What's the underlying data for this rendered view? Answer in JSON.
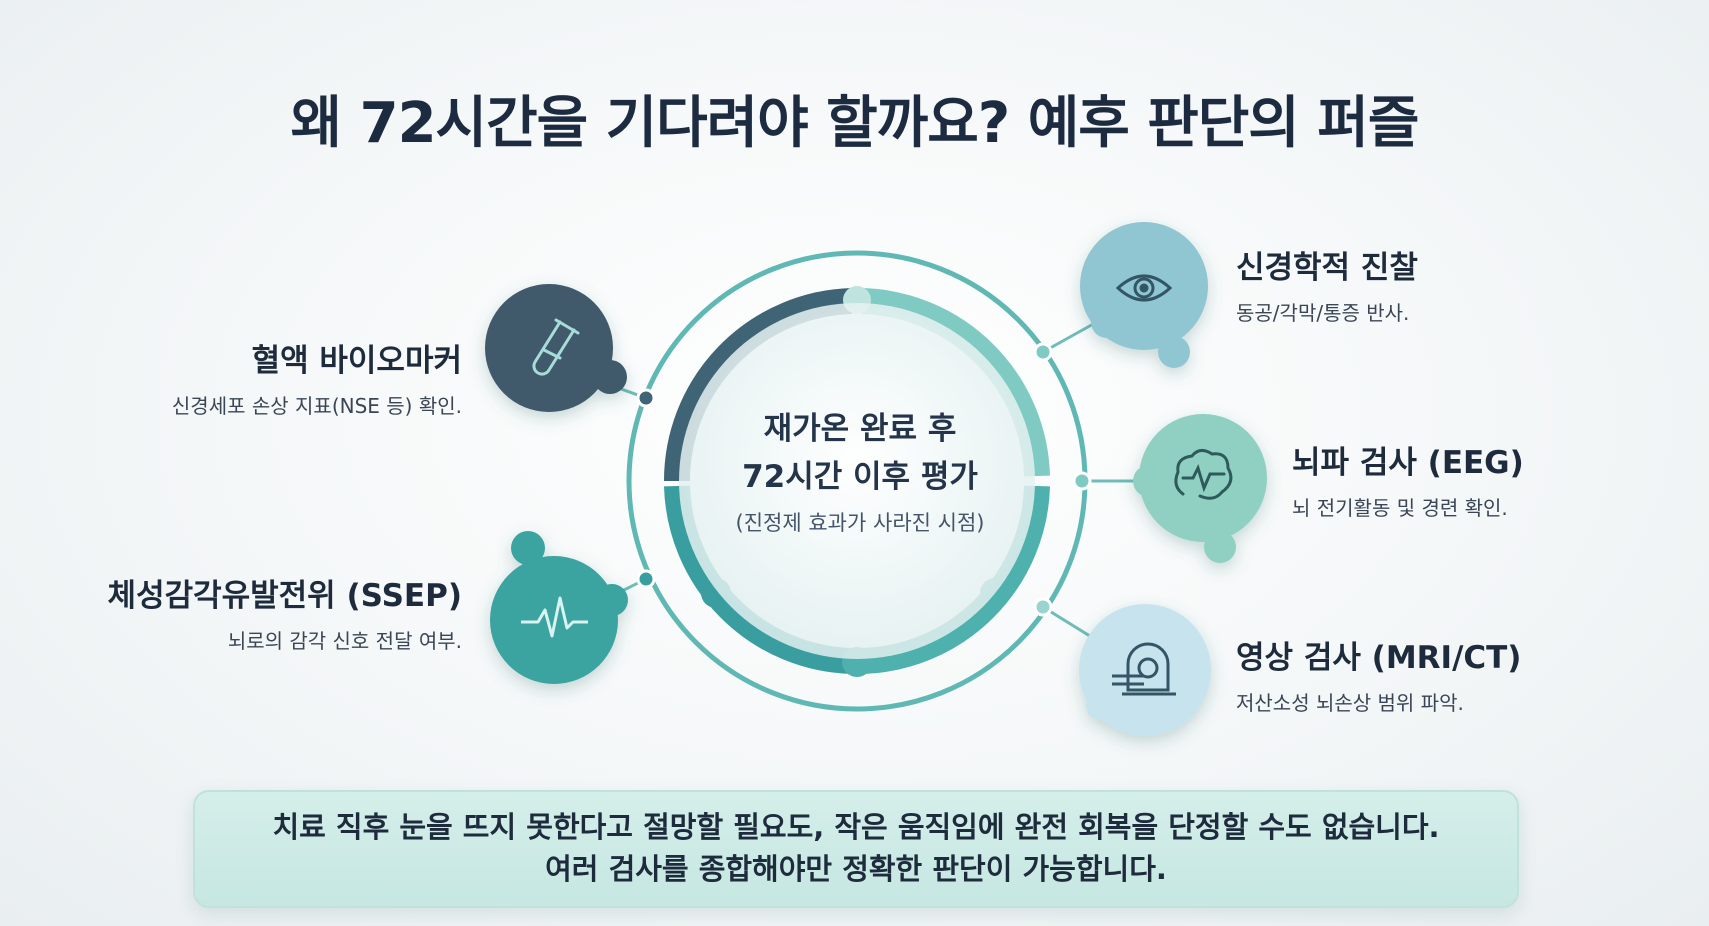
{
  "title": "왜 72시간을 기다려야 할까요? 예후 판단의 퍼즐",
  "center": {
    "line1": "재가온 완료 후",
    "line2": "72시간 이후 평가",
    "sub": "(진정제 효과가 사라진 시점)"
  },
  "nodes": {
    "neuro": {
      "title": "신경학적 진찰",
      "desc": "동공/각막/통증 반사.",
      "icon": "eye-icon",
      "color": "#8fc6d2"
    },
    "eeg": {
      "title": "뇌파 검사 (EEG)",
      "desc": "뇌 전기활동 및 경련 확인.",
      "icon": "brain-icon",
      "color": "#8fd0c3"
    },
    "imaging": {
      "title": "영상 검사 (MRI/CT)",
      "desc": "저산소성 뇌손상 범위 파악.",
      "icon": "mri-scanner-icon",
      "color": "#c6e3ee"
    },
    "blood": {
      "title": "혈액 바이오마커",
      "desc": "신경세포 손상 지표(NSE 등) 확인.",
      "icon": "test-tube-icon",
      "color": "#3f5a6c"
    },
    "ssep": {
      "title": "체성감각유발전위 (SSEP)",
      "desc": "뇌로의 감각 신호 전달 여부.",
      "icon": "pulse-wave-icon",
      "color": "#3aa3a0"
    }
  },
  "bottom": {
    "line1": "치료 직후 눈을 뜨지 못한다고 절망할 필요도, 작은 움직임에 완전 회복을 단정할 수도 없습니다.",
    "line2": "여러 검사를 종합해야만 정확한 판단이 가능합니다."
  }
}
